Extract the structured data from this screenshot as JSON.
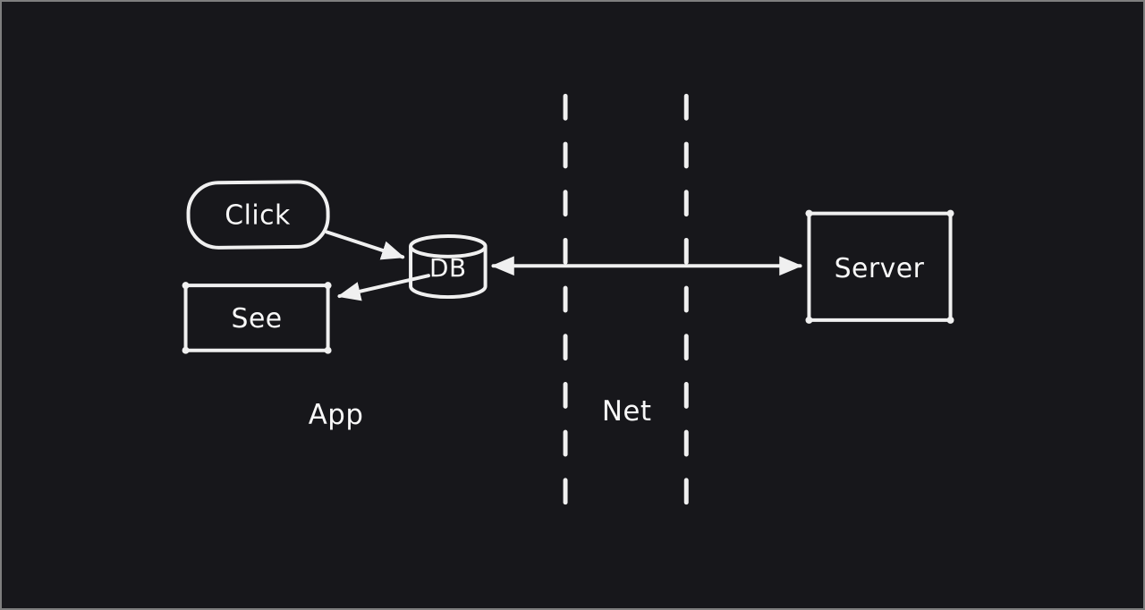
{
  "window": {
    "background_color": "#17171b",
    "border_color": "#7f7f7f",
    "stroke_color": "#f0f0f0",
    "text_color": "#f8f8f8"
  },
  "diagram": {
    "type": "flow-diagram",
    "style": "hand-drawn-dark",
    "nodes": [
      {
        "id": "click",
        "label": "Click",
        "shape": "pill"
      },
      {
        "id": "db",
        "label": "DB",
        "shape": "cylinder"
      },
      {
        "id": "see",
        "label": "See",
        "shape": "rectangle"
      },
      {
        "id": "server",
        "label": "Server",
        "shape": "rectangle"
      }
    ],
    "zones": [
      {
        "id": "app",
        "label": "App"
      },
      {
        "id": "net",
        "label": "Net"
      }
    ],
    "edges": [
      {
        "from": "click",
        "to": "db",
        "arrow": "single"
      },
      {
        "from": "db",
        "to": "see",
        "arrow": "single"
      },
      {
        "from": "db",
        "to": "server",
        "arrow": "double"
      }
    ],
    "boundaries": [
      {
        "id": "net-left",
        "style": "dashed-vertical"
      },
      {
        "id": "net-right",
        "style": "dashed-vertical"
      }
    ]
  }
}
